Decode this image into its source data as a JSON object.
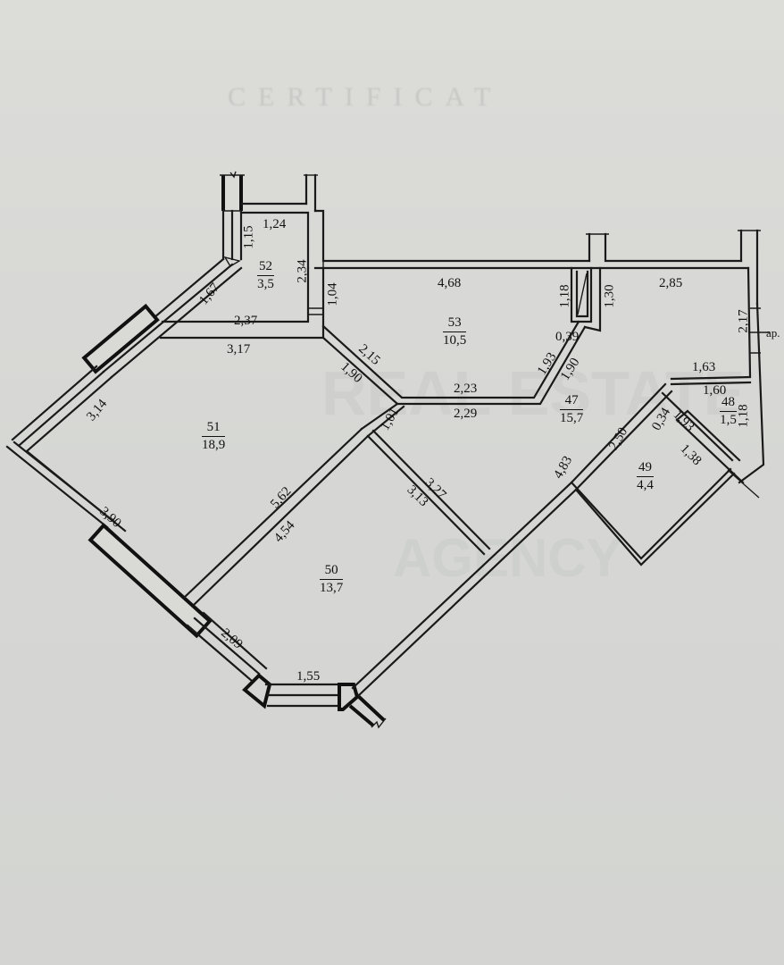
{
  "document": {
    "type": "apartment floor plan (cadastral certificate)",
    "watermark": [
      "REAL ESTATE",
      "AGENCY"
    ],
    "bleed_through_header": [
      "CERTIFICAT"
    ]
  },
  "rooms": [
    {
      "id": "52",
      "area": "3,5"
    },
    {
      "id": "53",
      "area": "10,5"
    },
    {
      "id": "47",
      "area": "15,7"
    },
    {
      "id": "48",
      "area": "1,5"
    },
    {
      "id": "49",
      "area": "4,4"
    },
    {
      "id": "51",
      "area": "18,9"
    },
    {
      "id": "50",
      "area": "13,7"
    }
  ],
  "dimensions": {
    "d_1_24": "1,24",
    "d_1_15": "1,15",
    "d_2_34": "2,34",
    "d_1_04": "1,04",
    "d_1_67": "1,67",
    "d_2_37": "2,37",
    "d_3_17": "3,17",
    "d_4_68": "4,68",
    "d_1_18a": "1,18",
    "d_1_30": "1,30",
    "d_2_85": "2,85",
    "d_2_17": "2,17",
    "d_0_39": "0,39",
    "d_2_15": "2,15",
    "d_1_90a": "1,90",
    "d_2_23": "2,23",
    "d_2_29": "2,29",
    "d_1_93a": "1,93",
    "d_1_90b": "1,90",
    "d_1_63": "1,63",
    "d_1_60": "1,60",
    "d_0_34": "0,34",
    "d_1_93b": "1,93",
    "d_1_18b": "1,18",
    "d_1_38": "1,38",
    "d_2_50": "2,50",
    "d_4_83": "4,83",
    "d_3_14": "3,14",
    "d_1_01": "1,01",
    "d_5_62": "5,62",
    "d_4_54": "4,54",
    "d_3_27": "3,27",
    "d_3_13": "3,13",
    "d_3_90": "3,90",
    "d_2_09": "2,09",
    "d_1_55": "1,55"
  },
  "annotations": {
    "ap": "ap."
  }
}
